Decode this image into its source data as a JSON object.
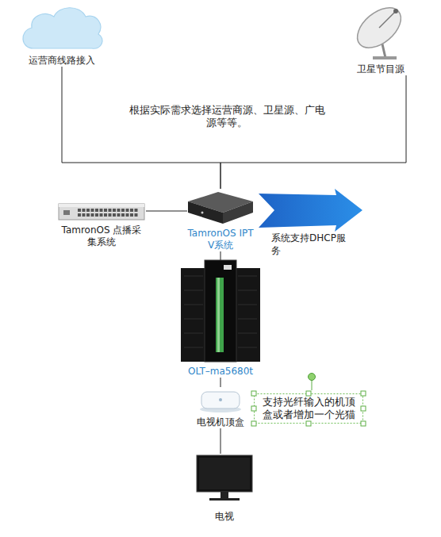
{
  "diagram": {
    "nodes": [
      {
        "text": [
          "运营商线路接入"
        ]
      },
      {
        "text": [
          "卫星节目源"
        ]
      },
      {
        "text": [
          "TamronOS 点播采集系统"
        ]
      },
      {
        "text": [
          "TamronOS IPTV系统"
        ]
      },
      {
        "text": [
          "OLT–ma5680t"
        ]
      },
      {
        "text": [
          "电视机顶盒"
        ]
      },
      {
        "text": [
          "支持光纤输入的机顶盒或者增加一个光猫"
        ]
      },
      {
        "text": [
          "电视"
        ]
      }
    ],
    "edges": [
      {
        "from": 0,
        "to": 3,
        "arrow": "none"
      },
      {
        "from": 1,
        "to": 3,
        "arrow": "none"
      },
      {
        "from": 2,
        "to": 3,
        "arrow": "none"
      },
      {
        "from": 3,
        "to": 4,
        "arrow": "none"
      },
      {
        "from": 4,
        "to": 5,
        "arrow": "none"
      },
      {
        "from": 5,
        "to": 7,
        "arrow": "none"
      }
    ],
    "labels": [
      "根据实际需求选择运营商源、卫星源、广电源等等。",
      "系统支持DHCP服务"
    ]
  }
}
